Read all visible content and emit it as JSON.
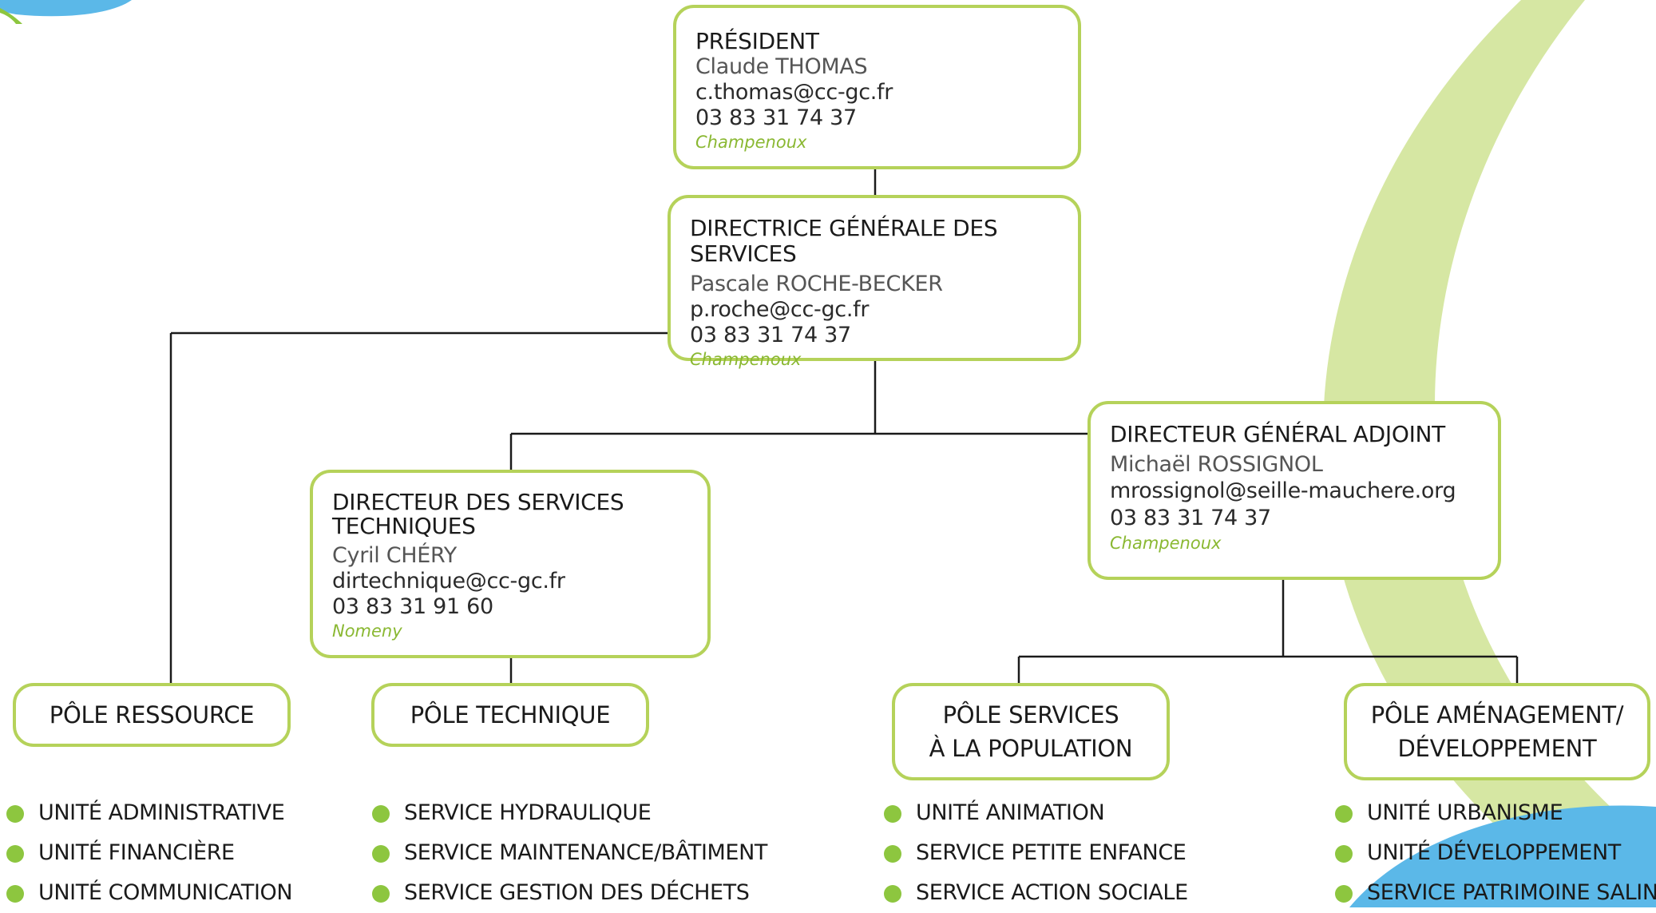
{
  "colors": {
    "box_border": "#b5d25a",
    "location_text": "#8ab832",
    "bullet": "#8dc63f",
    "connector": "#1a1a1a",
    "background_arc": "#d6e7a3",
    "background_blue": "#5bb8e8"
  },
  "president": {
    "role": "PRÉSIDENT",
    "name": "Claude THOMAS",
    "email": "c.thomas@cc-gc.fr",
    "phone": "03 83 31 74 37",
    "location": "Champenoux"
  },
  "dgs": {
    "role": "DIRECTRICE GÉNÉRALE DES SERVICES",
    "name": "Pascale ROCHE-BECKER",
    "email": "p.roche@cc-gc.fr",
    "phone": "03 83 31 74 37",
    "location": "Champenoux"
  },
  "dst": {
    "role_line1": "DIRECTEUR DES SERVICES",
    "role_line2": "TECHNIQUES",
    "name": "Cyril CHÉRY",
    "email": "dirtechnique@cc-gc.fr",
    "phone": "03 83 31 91 60",
    "location": "Nomeny"
  },
  "dga": {
    "role": "DIRECTEUR GÉNÉRAL ADJOINT",
    "name": "Michaël ROSSIGNOL",
    "email": "mrossignol@seille-mauchere.org",
    "phone": "03 83 31 74 37",
    "location": "Champenoux"
  },
  "poles": [
    {
      "line1": "PÔLE RESSOURCE",
      "units": [
        "UNITÉ ADMINISTRATIVE",
        "UNITÉ FINANCIÈRE",
        "UNITÉ COMMUNICATION"
      ]
    },
    {
      "line1": "PÔLE TECHNIQUE",
      "units": [
        "SERVICE HYDRAULIQUE",
        "SERVICE MAINTENANCE/BÂTIMENT",
        "SERVICE GESTION DES DÉCHETS"
      ]
    },
    {
      "line1": "PÔLE SERVICES",
      "line2": "À LA POPULATION",
      "units": [
        "UNITÉ ANIMATION",
        "SERVICE PETITE ENFANCE",
        "SERVICE ACTION SOCIALE"
      ]
    },
    {
      "line1": "PÔLE AMÉNAGEMENT/",
      "line2": "DÉVELOPPEMENT",
      "units": [
        "UNITÉ URBANISME",
        "UNITÉ DÉVELOPPEMENT",
        "SERVICE PATRIMOINE SALIN"
      ]
    }
  ]
}
